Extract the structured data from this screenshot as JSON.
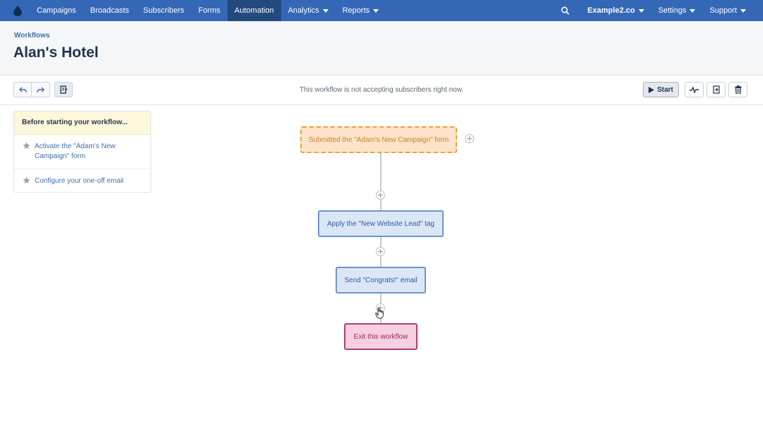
{
  "nav": {
    "items": [
      {
        "label": "Campaigns"
      },
      {
        "label": "Broadcasts"
      },
      {
        "label": "Subscribers"
      },
      {
        "label": "Forms"
      },
      {
        "label": "Automation",
        "active": true
      },
      {
        "label": "Analytics",
        "dropdown": true
      },
      {
        "label": "Reports",
        "dropdown": true
      }
    ],
    "account": "Example2.co",
    "settings": "Settings",
    "support": "Support",
    "colors": {
      "bar": "#3468b6",
      "active": "#234a7e"
    },
    "icons": {
      "logo": "drop-logo-icon",
      "search": "search-icon"
    }
  },
  "header": {
    "breadcrumb": "Workflows",
    "title": "Alan's Hotel"
  },
  "toolbar": {
    "status": "This workflow is not accepting subscribers right now.",
    "start_label": "Start",
    "icons": [
      "undo-icon",
      "redo-icon",
      "notes-icon",
      "play-icon",
      "activity-icon",
      "export-icon",
      "trash-icon"
    ]
  },
  "checklist": {
    "heading": "Before starting your workflow...",
    "items": [
      {
        "label": "Activate the \"Adam's New Campaign\" form"
      },
      {
        "label": "Configure your one-off email"
      }
    ]
  },
  "workflow": {
    "trigger": "Submitted the \"Adam's New Campaign\" form",
    "steps": [
      {
        "label": "Apply the \"New Website Lead\" tag"
      },
      {
        "label": "Send \"Congrats!\" email"
      }
    ],
    "exit": "Exit this workflow",
    "colors": {
      "trigger": "#e8a23c",
      "action": "#6d95cf",
      "exit": "#b23f75"
    }
  }
}
